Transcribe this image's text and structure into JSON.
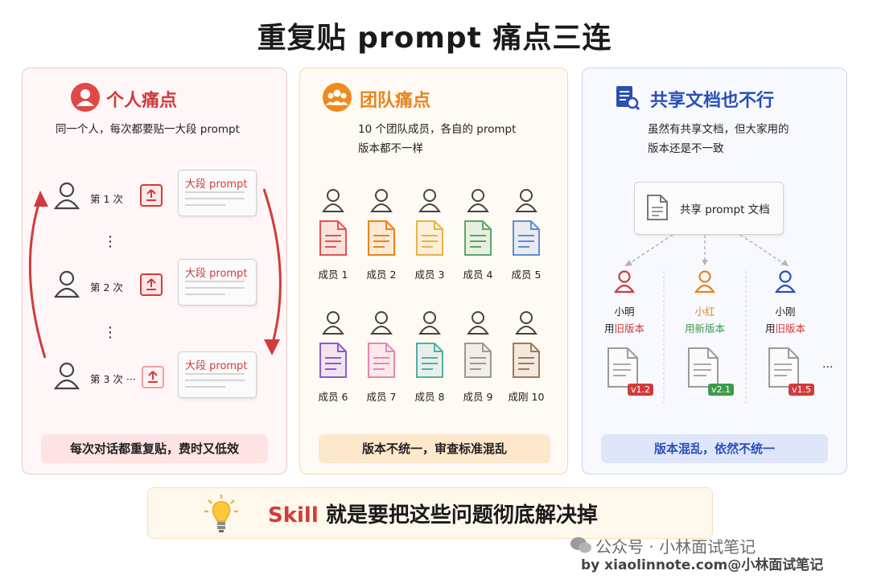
{
  "title": "重复贴 prompt 痛点三连",
  "panel1": {
    "title": "个人痛点",
    "desc": "同一个人，每次都要贴一大段 prompt",
    "rows": [
      {
        "label": "第 1 次",
        "note": "大段 prompt"
      },
      {
        "label": "第 2 次",
        "note": "大段 prompt"
      },
      {
        "label": "第 3 次 ···",
        "note": "大段 prompt"
      }
    ],
    "ellipsis": "⋮",
    "footer": "每次对话都重复贴，费时又低效"
  },
  "panel2": {
    "title": "团队痛点",
    "desc_line1": "10 个团队成员，各自的 prompt",
    "desc_line2": "版本都不一样",
    "members_row1": [
      "成员 1",
      "成员 2",
      "成员 3",
      "成员 4",
      "成员 5"
    ],
    "members_row2": [
      "成员 6",
      "成员 7",
      "成员 8",
      "成员 9",
      "成刚 10"
    ],
    "footer": "版本不统一，审查标准混乱"
  },
  "panel3": {
    "title": "共享文档也不行",
    "desc_line1": "虽然有共享文档，但大家用的",
    "desc_line2": "版本还是不一致",
    "shared_doc": "共享 prompt 文档",
    "users": [
      {
        "name": "小明",
        "pre": "用",
        "version_word": "旧版本",
        "badge": "v1.2"
      },
      {
        "name": "小红",
        "pre": "用",
        "version_word": "新版本",
        "badge": "v2.1"
      },
      {
        "name": "小刚",
        "pre": "用",
        "version_word": "旧版本",
        "badge": "v1.5"
      }
    ],
    "more": "···",
    "footer": "版本混乱，依然不统一"
  },
  "bottom": {
    "bulb_icon": "lightbulb-icon",
    "skill": "Skill",
    "text": " 就是要把这些问题彻底解决掉"
  },
  "watermark": {
    "line1": "公众号 · 小林面试笔记",
    "line2": "by xiaolinnote.com@小林面试笔记"
  },
  "colors": {
    "red": "#d23b3b",
    "orange": "#e8841a",
    "blue": "#2a4fb8",
    "green": "#3c9a4c",
    "doc_colors": [
      "#e05454",
      "#e8841a",
      "#e6b443",
      "#5aa86a",
      "#5b8fdb",
      "#8b5cc7",
      "#e785b5",
      "#4fb0a8",
      "#9a9a9a",
      "#a07a58"
    ]
  }
}
